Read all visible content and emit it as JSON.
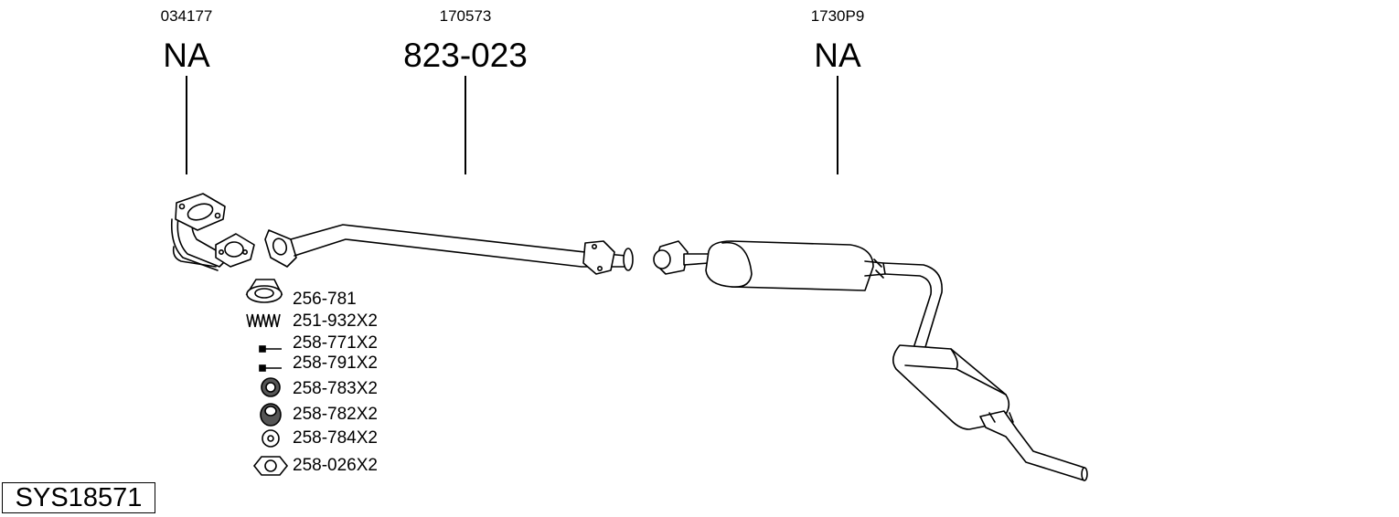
{
  "system_id": "SYS18571",
  "components": [
    {
      "ref": "034177",
      "part_number": "NA"
    },
    {
      "ref": "170573",
      "part_number": "823-023"
    },
    {
      "ref": "1730P9",
      "part_number": "NA"
    }
  ],
  "fitting_kit": [
    {
      "label": "256-781",
      "icon": "gasket-ring-icon"
    },
    {
      "label": "251-932X2",
      "icon": "spring-icon"
    },
    {
      "label": "258-771X2",
      "icon": "bolt-icon"
    },
    {
      "label": "258-791X2",
      "icon": "bolt-icon"
    },
    {
      "label": "258-783X2",
      "icon": "rubber-mount-icon"
    },
    {
      "label": "258-782X2",
      "icon": "rubber-mount-icon"
    },
    {
      "label": "258-784X2",
      "icon": "washer-icon"
    },
    {
      "label": "258-026X2",
      "icon": "hex-nut-icon"
    }
  ]
}
